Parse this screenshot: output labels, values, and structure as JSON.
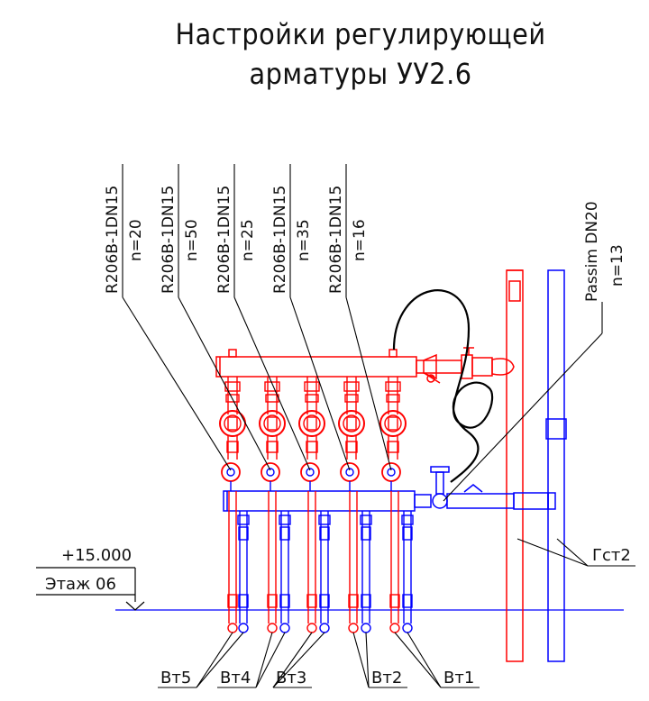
{
  "title": {
    "line1": "Настройки регулирующей",
    "line2": "арматуры УУ2.6"
  },
  "valves": [
    {
      "model": "R206B-1DN15",
      "setting": "n=20"
    },
    {
      "model": "R206B-1DN15",
      "setting": "n=50"
    },
    {
      "model": "R206B-1DN15",
      "setting": "n=25"
    },
    {
      "model": "R206B-1DN15",
      "setting": "n=35"
    },
    {
      "model": "R206B-1DN15",
      "setting": "n=16"
    }
  ],
  "passim": {
    "model": "Passim DN20",
    "setting": "n=13"
  },
  "level": {
    "elevation": "+15.000",
    "floor": "Этаж 06"
  },
  "riser_label": "Гст2",
  "outlets": [
    "Вт5",
    "Вт4",
    "Вт3",
    "Вт2",
    "Вт1"
  ],
  "colors": {
    "supply": "#ff0000",
    "return": "#0000ff",
    "ink": "#000000",
    "floor_line": "#0000ff"
  }
}
